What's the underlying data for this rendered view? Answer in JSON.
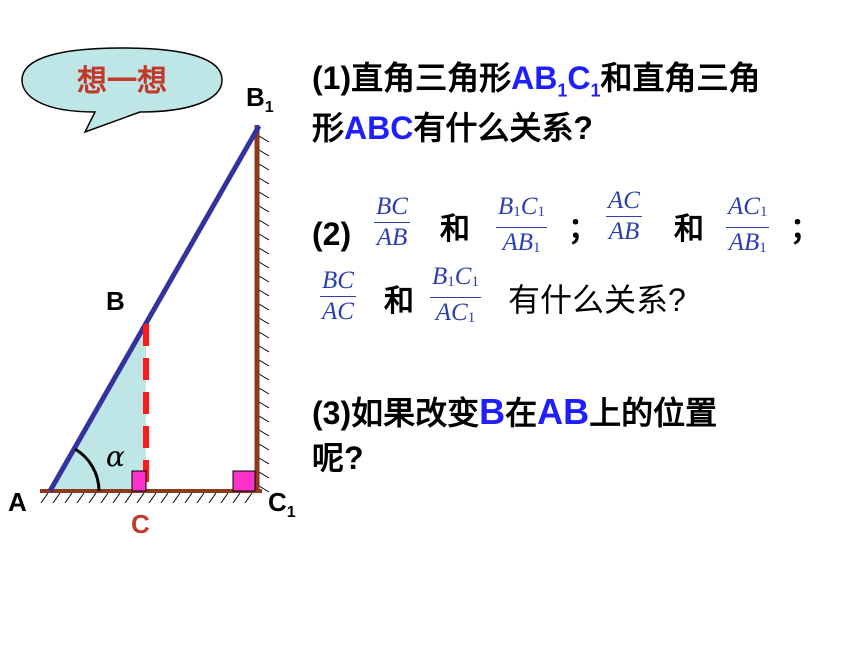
{
  "bubble": {
    "text": "想一想",
    "color": "#c0392b",
    "fill": "#bfe6e6"
  },
  "labels": {
    "A": "A",
    "B": "B",
    "C": "C",
    "C1_base": "C",
    "C1_sub": "1",
    "B1_base": "B",
    "B1_sub": "1",
    "alpha": "α"
  },
  "q1": {
    "prefix": "(1)直角三角形",
    "t1": "AB",
    "t1s": "1",
    "t1b": "C",
    "t1bs": "1",
    "mid": "和直角三角",
    "line2a": "形",
    "t2": "ABC",
    "suffix": "有什么关系?"
  },
  "q2": {
    "label": "(2)",
    "and1": "和",
    "semi1": "；",
    "and2": "和",
    "semi2": "；",
    "and3": "和",
    "suffix": "有什么关系?",
    "f1": {
      "num": "BC",
      "den": "AB"
    },
    "f2": {
      "num_a": "B",
      "num_as": "1",
      "num_b": "C",
      "num_bs": "1",
      "den_a": "AB",
      "den_as": "1"
    },
    "f3": {
      "num": "AC",
      "den": "AB"
    },
    "f4": {
      "num_a": "AC",
      "num_as": "1",
      "den_a": "AB",
      "den_as": "1"
    },
    "f5": {
      "num": "BC",
      "den": "AC"
    },
    "f6": {
      "num_a": "B",
      "num_as": "1",
      "num_b": "C",
      "num_bs": "1",
      "den_a": "AC",
      "den_as": "1"
    }
  },
  "q3": {
    "prefix": "(3)如果改变",
    "t1": "B",
    "mid": "在",
    "t2": "AB",
    "suffix": "上的位置",
    "line2": "呢?"
  },
  "colors": {
    "hypotenuse": "#33339f",
    "vertical": "#8b3a1a",
    "dashed": "#ff1a1a",
    "fill": "#bfe6e6",
    "rightangle": "#ff33cc",
    "label_c": "#c0392b"
  }
}
